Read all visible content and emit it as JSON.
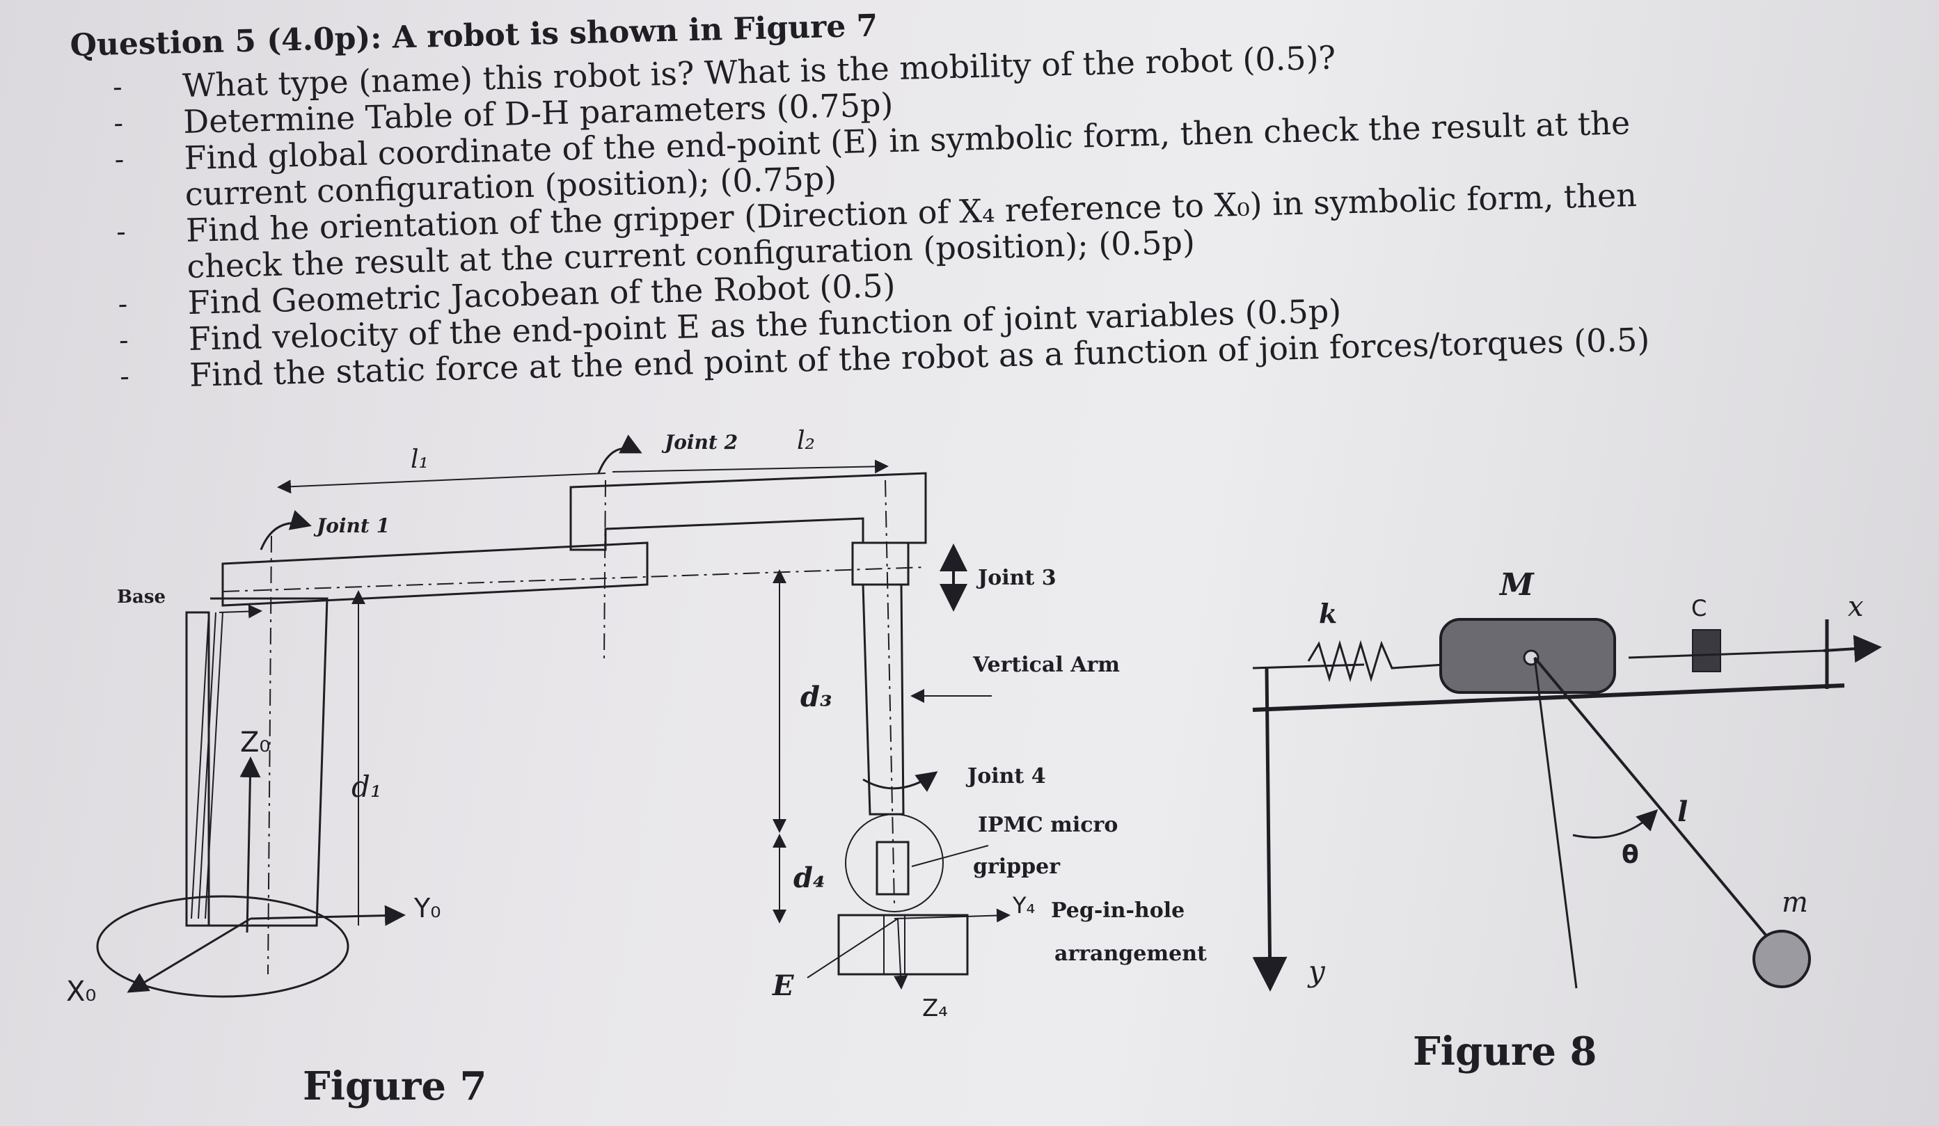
{
  "question": {
    "title": "Question 5 (4.0p): A robot is shown in Figure 7",
    "items": [
      "What type (name) this robot is? What is the mobility of the robot (0.5)?",
      "Determine Table of D-H parameters (0.75p)",
      "Find global coordinate of the end-point (E) in symbolic form, then check the result at the",
      "current configuration (position); (0.75p)",
      "Find he orientation of the gripper (Direction of X₄ reference to X₀) in symbolic form, then",
      "check the result at the current configuration (position); (0.5p)",
      "Find Geometric Jacobean of the  Robot (0.5)",
      "Find velocity of the end-point E as the function of joint variables (0.5p)",
      "Find the static force at the end point of the robot as a function of join forces/torques (0.5)"
    ],
    "bullet": "-"
  },
  "figure7": {
    "caption": "Figure 7",
    "labels": {
      "base": "Base",
      "joint1": "Joint 1",
      "joint2": "Joint 2",
      "joint3": "Joint 3",
      "joint4": "Joint 4",
      "l1": "l₁",
      "l2": "l₂",
      "d1": "d₁",
      "d3": "d₃",
      "d4": "d₄",
      "z0": "Z₀",
      "y0": "Y₀",
      "x0": "X₀",
      "vertical_arm": "Vertical Arm",
      "gripper_line1": "IPMC micro",
      "gripper_line2": "gripper",
      "y4": "Y₄",
      "peg_line1": "Peg-in-hole",
      "peg_line2": "arrangement",
      "e": "E",
      "z4": "Z₄"
    }
  },
  "figure8": {
    "caption": "Figure 8",
    "labels": {
      "k": "k",
      "M": "M",
      "C": "C",
      "x": "x",
      "y": "y",
      "l": "l",
      "theta": "θ",
      "m": "m"
    }
  }
}
